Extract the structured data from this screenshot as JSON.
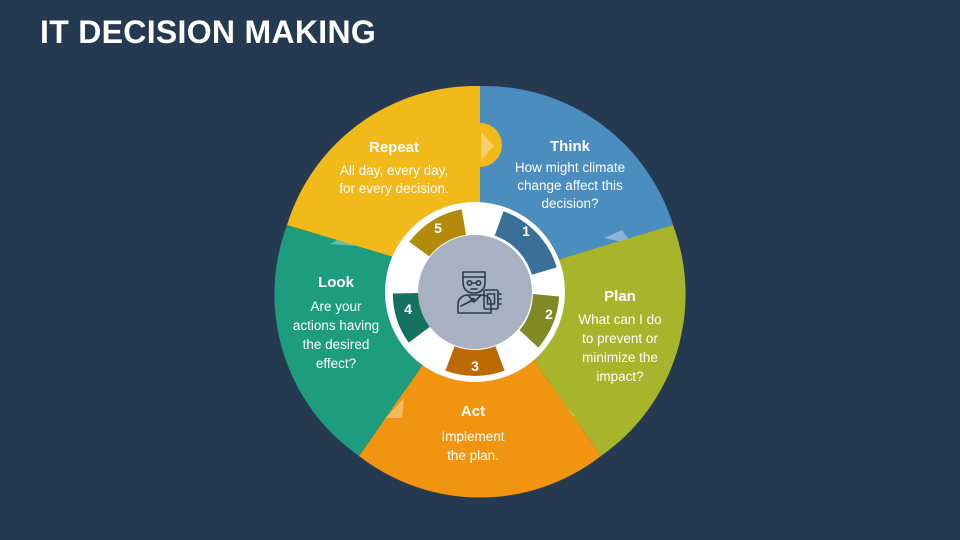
{
  "title": "IT DECISION MAKING",
  "colors": {
    "background": "#253951",
    "think": "#4B8DBF",
    "plan": "#A7B42C",
    "act": "#F19410",
    "look": "#1E9C7E",
    "repeat": "#F1B91A",
    "center": "#A7B1C1"
  },
  "center_icon": "person-with-chip-icon",
  "segments": [
    {
      "key": "think",
      "number": "1",
      "title": "Think",
      "lines": [
        "How might climate",
        "change affect this",
        "decision?"
      ]
    },
    {
      "key": "plan",
      "number": "2",
      "title": "Plan",
      "lines": [
        "What can I do",
        "to prevent or",
        "minimize the",
        "impact?"
      ]
    },
    {
      "key": "act",
      "number": "3",
      "title": "Act",
      "lines": [
        "Implement",
        "the plan."
      ]
    },
    {
      "key": "look",
      "number": "4",
      "title": "Look",
      "lines": [
        "Are your",
        "actions having",
        "the desired",
        "effect?"
      ]
    },
    {
      "key": "repeat",
      "number": "5",
      "title": "Repeat",
      "lines": [
        "All day, every day,",
        "for every decision."
      ]
    }
  ]
}
